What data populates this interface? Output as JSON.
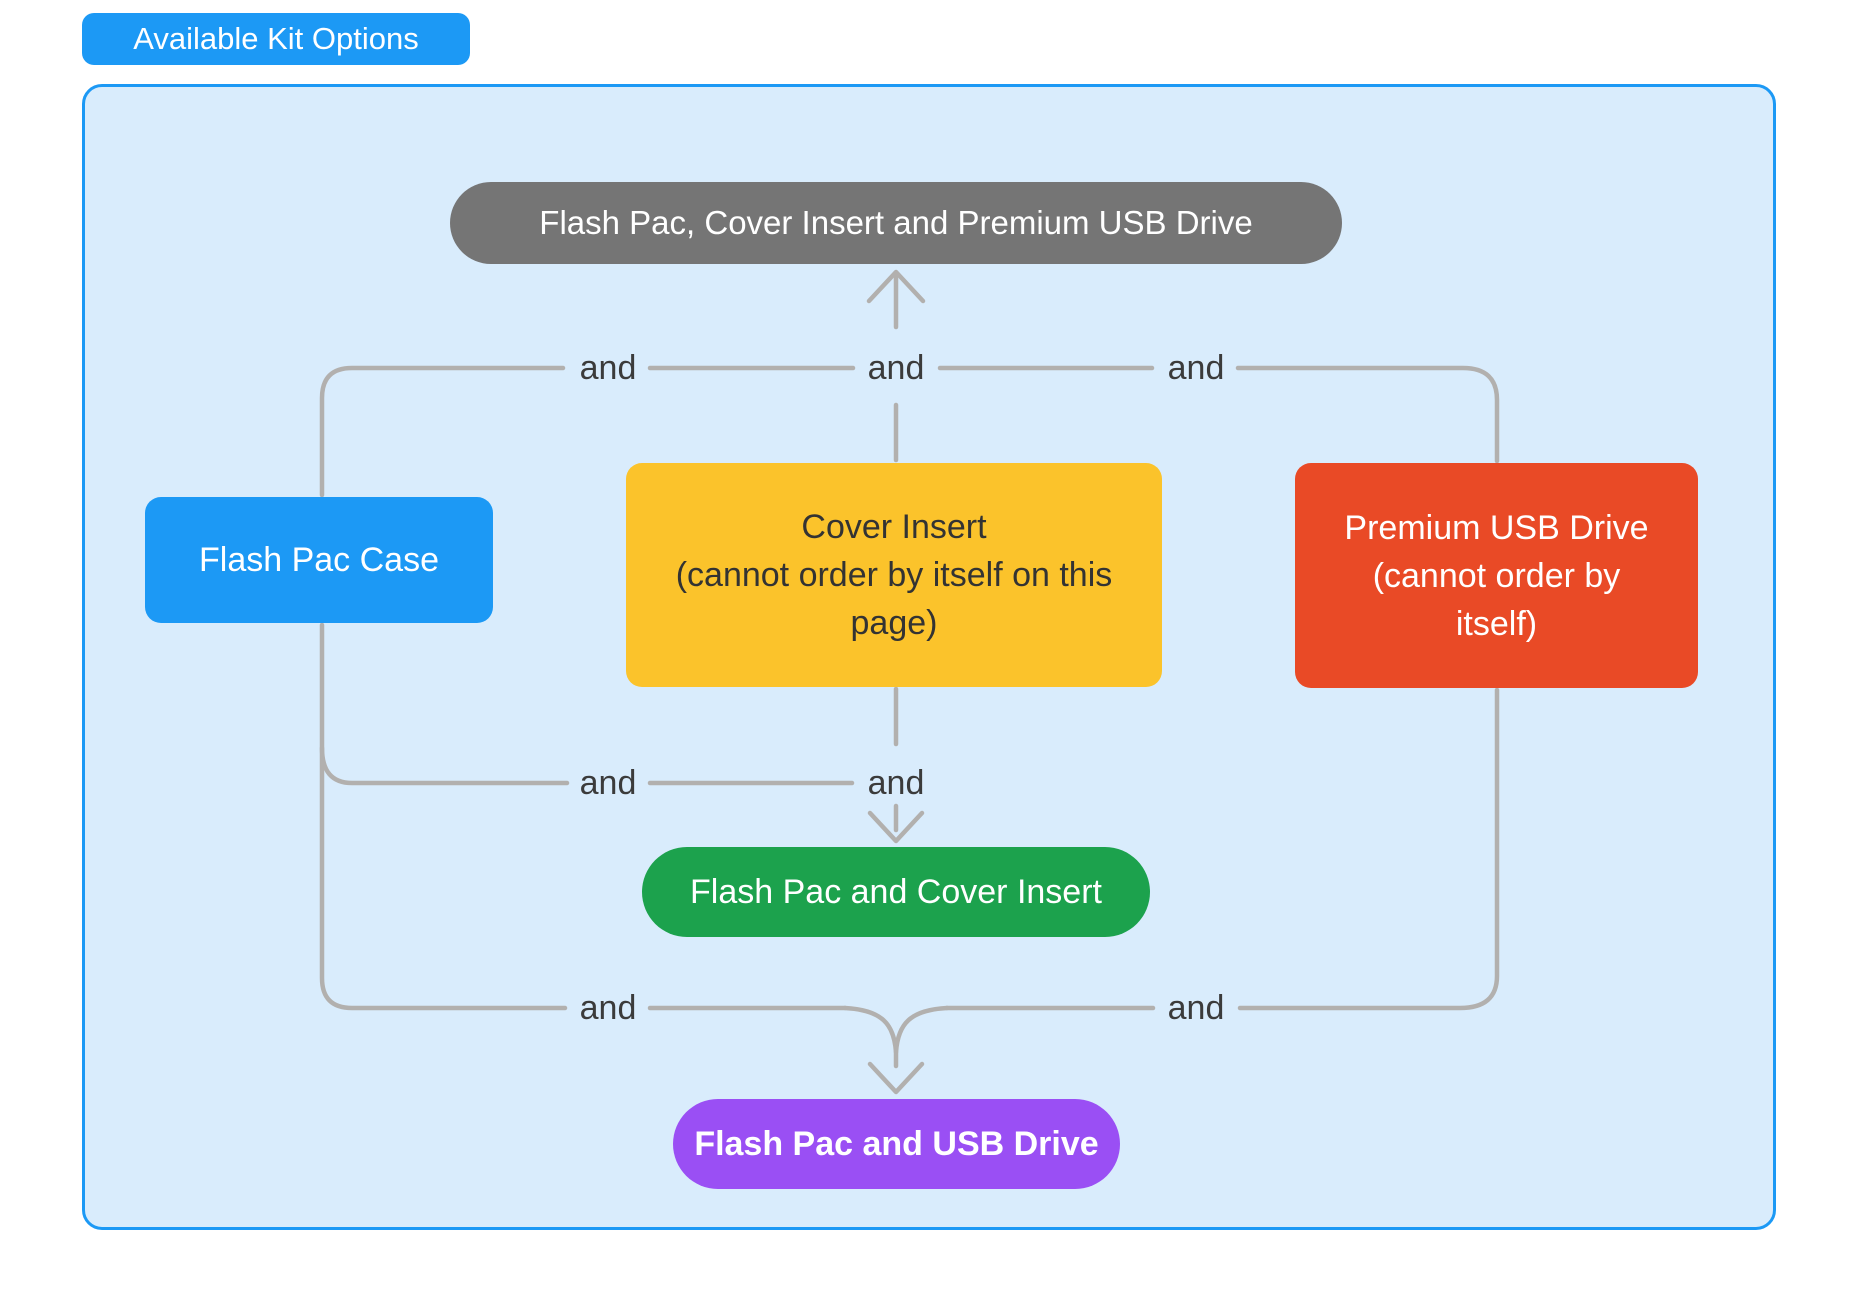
{
  "diagram_title": "Available Kit Options",
  "connector_label": "and",
  "colors": {
    "page_bg": "#ffffff",
    "container_bg": "#d9ecfc",
    "container_border": "#1c99f5",
    "badge_bg": "#1c99f5",
    "node_blue": "#1c99f5",
    "node_gray": "#757575",
    "node_yellow": "#fbc32b",
    "node_yellow_text": "#333333",
    "node_red": "#e94a26",
    "node_green": "#1ca24d",
    "node_purple": "#9a4ff4",
    "node_text": "#ffffff",
    "connector": "#b2b0ae",
    "and_label_text": "#3b3b3b"
  },
  "nodes": {
    "kit_full": {
      "label": "Flash Pac, Cover Insert and Premium USB Drive"
    },
    "flash_pac_case": {
      "label": "Flash Pac Case"
    },
    "cover_insert": {
      "lines": [
        "Cover Insert",
        "(cannot order by itself on this",
        "page)"
      ]
    },
    "premium_usb": {
      "lines": [
        "Premium USB Drive",
        "(cannot order by",
        "itself)"
      ]
    },
    "flash_pac_cover": {
      "label": "Flash Pac and Cover Insert"
    },
    "flash_pac_usb": {
      "label": "Flash Pac and USB Drive"
    }
  }
}
